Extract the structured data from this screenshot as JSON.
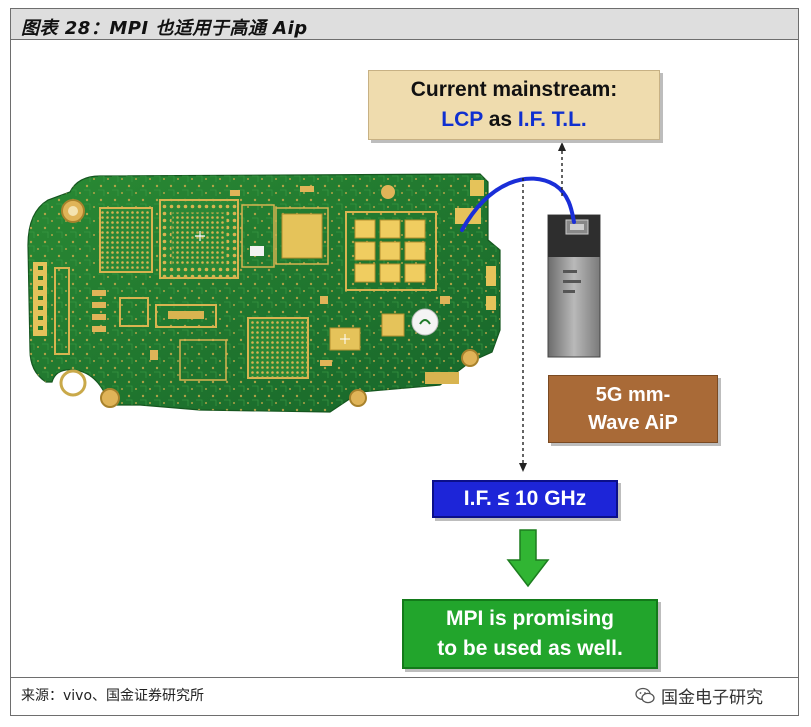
{
  "figure": {
    "title": "图表 28：MPI 也适用于高通 Aip",
    "source": "来源：vivo、国金证券研究所",
    "watermark": "国金电子研究"
  },
  "boxes": {
    "mainstream": {
      "line1": "Current mainstream:",
      "lcp": "LCP",
      "as": " as ",
      "iftl": "I.F. T.L."
    },
    "aip": {
      "line1": "5G mm-",
      "line2": "Wave AiP"
    },
    "if_freq": {
      "label": "I.F. ≤ 10 GHz"
    },
    "mpi": {
      "line1": "MPI is promising",
      "line2": "to be used as well."
    }
  },
  "colors": {
    "mainstream_bg": "#efdcae",
    "highlight_blue": "#1030d0",
    "aip_bg": "#a96a37",
    "if_bg": "#1d25d8",
    "mpi_bg": "#22a52c",
    "pcb_green": "#1f7a2a",
    "pad_gold": "#e5c35a"
  },
  "icons": {
    "down_arrow": "green-down-arrow-icon",
    "watermark_logo": "wechat-icon"
  }
}
